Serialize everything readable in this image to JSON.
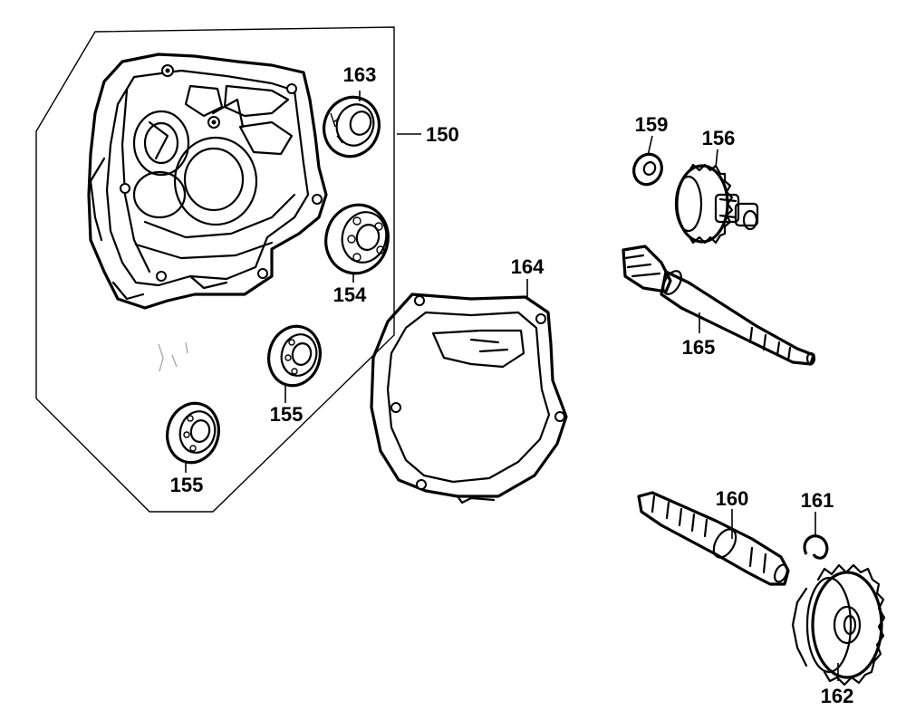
{
  "labels": {
    "p150": "150",
    "p154": "154",
    "p155a": "155",
    "p155b": "155",
    "p156": "156",
    "p159": "159",
    "p160": "160",
    "p161": "161",
    "p162": "162",
    "p163": "163",
    "p164": "164",
    "p165": "165"
  }
}
